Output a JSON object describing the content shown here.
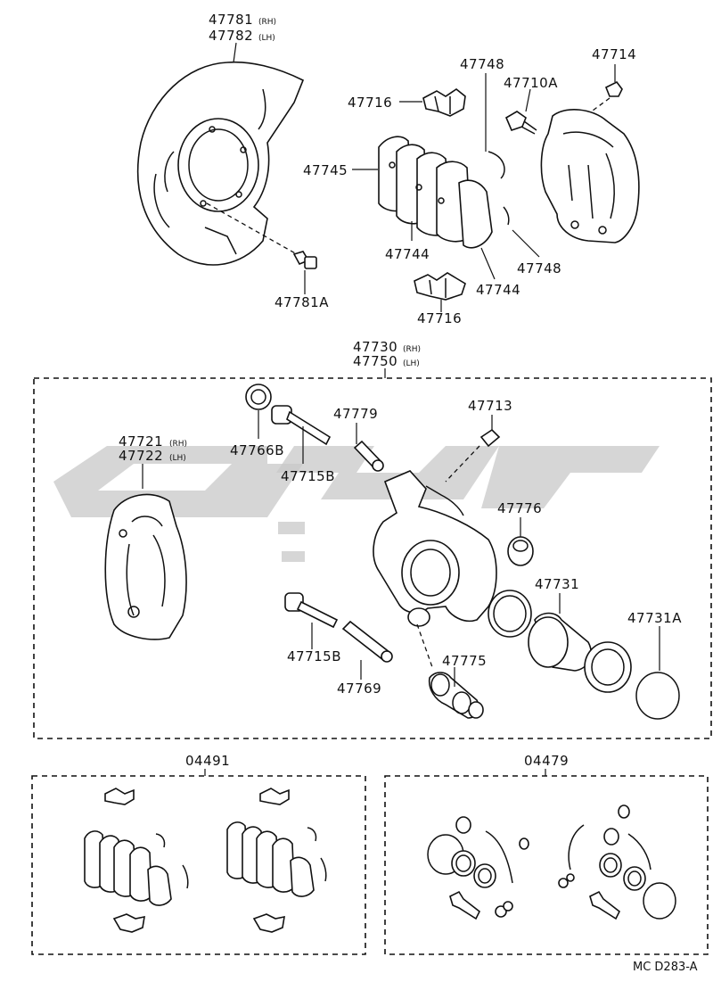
{
  "labels": {
    "p47781": "47781",
    "p47781_rh": "(RH)",
    "p47782": "47782",
    "p47782_lh": "(LH)",
    "p47781A": "47781A",
    "p47716_top": "47716",
    "p47745": "47745",
    "p47744_a": "47744",
    "p47744_b": "47744",
    "p47716_bot": "47716",
    "p47748_top": "47748",
    "p47748_bot": "47748",
    "p47710A": "47710A",
    "p47714": "47714",
    "p47730": "47730",
    "p47730_rh": "(RH)",
    "p47750": "47750",
    "p47750_lh": "(LH)",
    "p47721": "47721",
    "p47721_rh": "(RH)",
    "p47722": "47722",
    "p47722_lh": "(LH)",
    "p47766B": "47766B",
    "p47715B_top": "47715B",
    "p47779": "47779",
    "p47713": "47713",
    "p47776": "47776",
    "p47731": "47731",
    "p47731A": "47731A",
    "p47715B_bot": "47715B",
    "p47769": "47769",
    "p47775": "47775",
    "p04491": "04491",
    "p04479": "04479",
    "diagram_code": "MC D283-A"
  }
}
